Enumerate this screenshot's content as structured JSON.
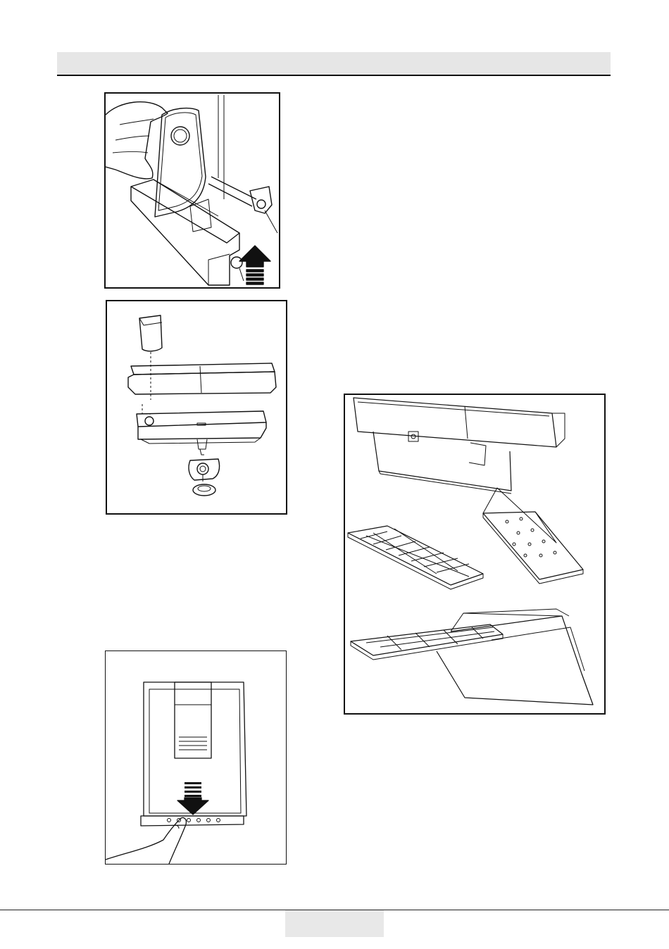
{
  "figures": [
    {
      "id": "fig-remove-water-tank",
      "icon": "arrow-up-icon"
    },
    {
      "id": "fig-tank-exploded-view",
      "icon": "none"
    },
    {
      "id": "fig-dispenser-drip-tray",
      "icon": "arrow-down-icon"
    },
    {
      "id": "fig-tank-filter-assembly",
      "icon": "none"
    }
  ],
  "colors": {
    "line": "#111111",
    "header_fill": "#e6e6e6",
    "tab_fill": "#e8e8e8"
  }
}
